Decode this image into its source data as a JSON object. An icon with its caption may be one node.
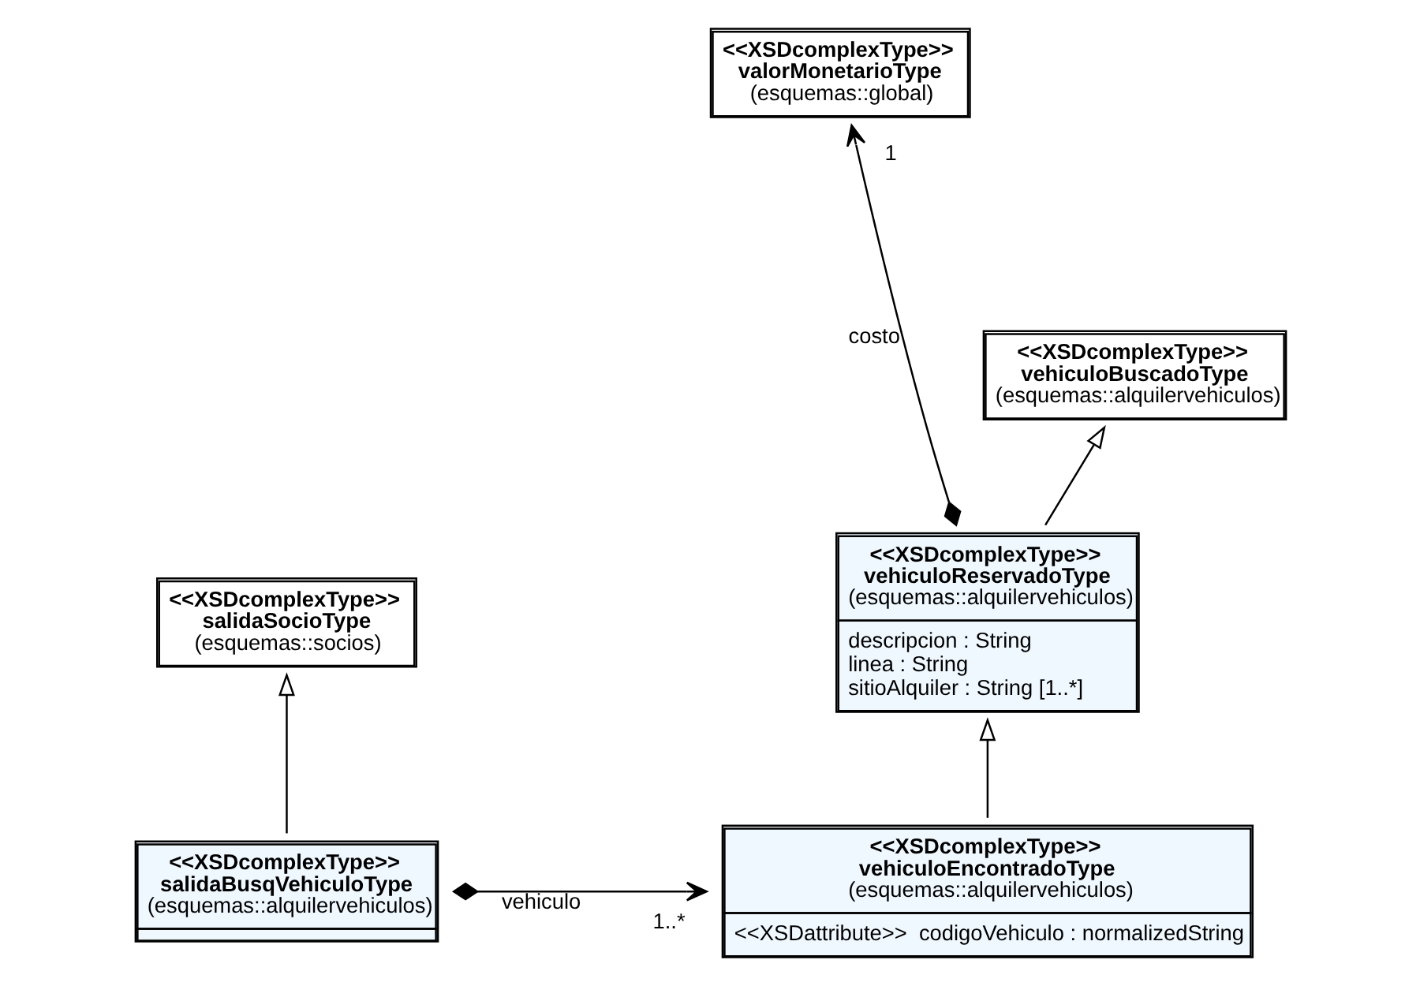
{
  "diagram": {
    "nodes": [
      {
        "text": [
          "<<XSDcomplexType>>",
          "valorMonetarioType",
          "(esquemas::global)"
        ]
      },
      {
        "text": [
          "<<XSDcomplexType>>",
          "vehiculoBuscadoType",
          "(esquemas::alquilervehiculos)"
        ]
      },
      {
        "text": [
          "<<XSDcomplexType>>",
          "salidaSocioType",
          "(esquemas::socios)"
        ]
      },
      {
        "text": [
          "<<XSDcomplexType>>",
          "vehiculoReservadoType",
          "(esquemas::alquilervehiculos)",
          "descripcion : String",
          "linea : String",
          "sitioAlquiler : String [1..*]"
        ]
      },
      {
        "text": [
          "<<XSDcomplexType>>",
          "salidaBusqVehiculoType",
          "(esquemas::alquilervehiculos)"
        ]
      },
      {
        "text": [
          "<<XSDcomplexType>>",
          "vehiculoEncontradoType",
          "(esquemas::alquilervehiculos)",
          "<<XSDattribute>>  codigoVehiculo : normalizedString"
        ]
      }
    ],
    "edges": [
      {
        "from": 3,
        "to": 1,
        "arrow": "to"
      },
      {
        "from": 3,
        "to": 0,
        "arrow": "to",
        "label": "costo"
      },
      {
        "from": 4,
        "to": 2,
        "arrow": "to"
      },
      {
        "from": 5,
        "to": 3,
        "arrow": "to"
      },
      {
        "from": 4,
        "to": 5,
        "arrow": "to",
        "label": "vehiculo"
      }
    ],
    "labels": [
      "1",
      "1..*"
    ]
  }
}
